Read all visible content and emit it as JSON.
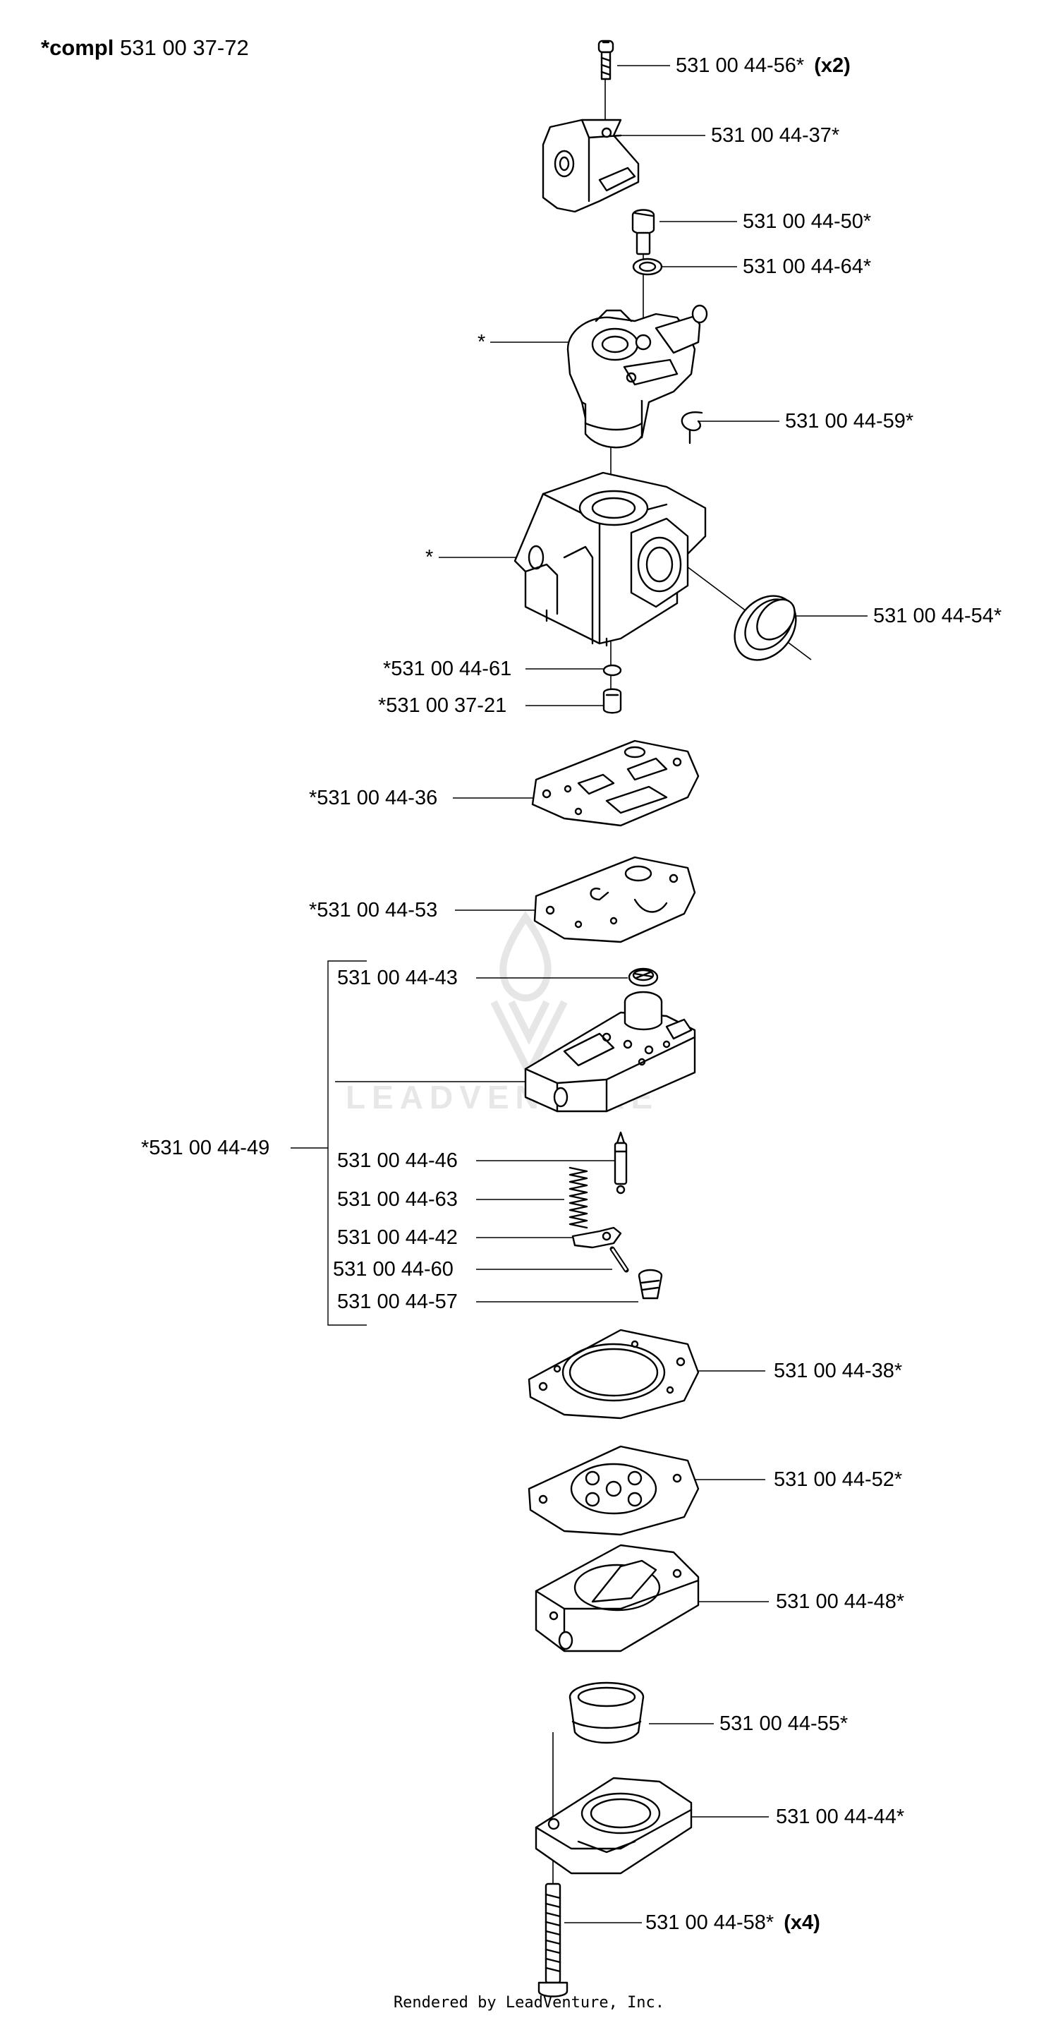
{
  "header": {
    "prefix": "*compl",
    "assembly_number": "531 00 37-72"
  },
  "watermark": {
    "text": "LEADVENTURE",
    "icon": "leadventure-flame-logo"
  },
  "footer": {
    "text": "Rendered by LeadVenture, Inc."
  },
  "bracket_group": {
    "label": "*531 00 44-49"
  },
  "callouts": [
    {
      "id": "c01",
      "label": "531 00 44-56*",
      "qty": "(x2)"
    },
    {
      "id": "c02",
      "label": "531 00 44-37*"
    },
    {
      "id": "c03",
      "label": "531 00 44-50*"
    },
    {
      "id": "c04",
      "label": "531 00 44-64*"
    },
    {
      "id": "c05",
      "label": "*"
    },
    {
      "id": "c06",
      "label": "531 00 44-59*"
    },
    {
      "id": "c07",
      "label": "*"
    },
    {
      "id": "c08",
      "label": "531 00 44-54*"
    },
    {
      "id": "c09",
      "label": "*531 00 44-61"
    },
    {
      "id": "c10",
      "label": "*531 00 37-21"
    },
    {
      "id": "c11",
      "label": "*531 00 44-36"
    },
    {
      "id": "c12",
      "label": "*531 00 44-53"
    },
    {
      "id": "c13",
      "label": "531 00 44-43"
    },
    {
      "id": "c14",
      "label": "531 00 44-46"
    },
    {
      "id": "c15",
      "label": "531 00 44-63"
    },
    {
      "id": "c16",
      "label": "531 00 44-42"
    },
    {
      "id": "c17",
      "label": "531 00 44-60"
    },
    {
      "id": "c18",
      "label": "531 00 44-57"
    },
    {
      "id": "c19",
      "label": "531 00 44-38*"
    },
    {
      "id": "c20",
      "label": "531 00 44-52*"
    },
    {
      "id": "c21",
      "label": "531 00 44-48*"
    },
    {
      "id": "c22",
      "label": "531 00 44-55*"
    },
    {
      "id": "c23",
      "label": "531 00 44-44*"
    },
    {
      "id": "c24",
      "label": "531 00 44-58*",
      "qty": "(x4)"
    }
  ]
}
